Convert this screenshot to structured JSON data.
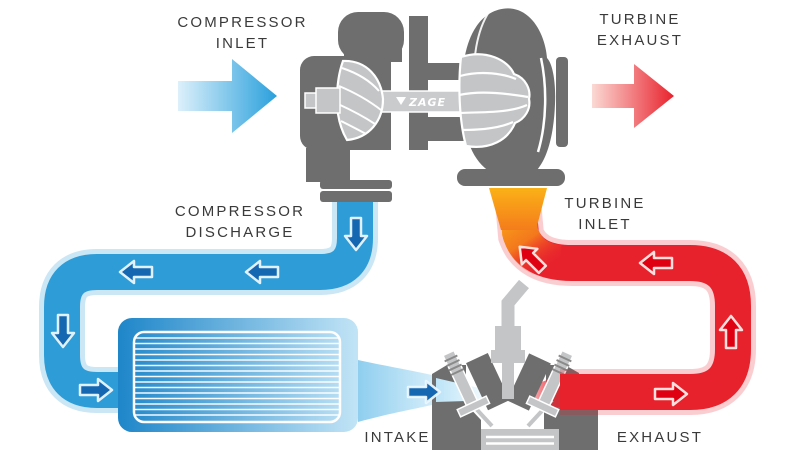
{
  "labels": {
    "compressor_inlet": {
      "line1": "COMPRESSOR",
      "line2": "INLET"
    },
    "turbine_exhaust": {
      "line1": "TURBINE",
      "line2": "EXHAUST"
    },
    "compressor_discharge": {
      "line1": "COMPRESSOR",
      "line2": "DISCHARGE"
    },
    "turbine_inlet": {
      "line1": "TURBINE",
      "line2": "INLET"
    },
    "intake": "INTAKE",
    "exhaust": "EXHAUST"
  },
  "brand": {
    "name": "ZAGE"
  },
  "colors": {
    "cold_pipe": "#2E9CD6",
    "cold_arrow": "#1567B2",
    "cold_glow": "#BFE8F8",
    "intercooler_left": "#1E86C9",
    "intercooler_right": "#C2E4F6",
    "hot_pipe": "#E8222D",
    "hot_arrow": "#DF0011",
    "hot_orange": "#FAA41A",
    "metal_dark": "#6E6E6E",
    "metal_light": "#C3C5C7",
    "label_text": "#3A3A3A"
  }
}
